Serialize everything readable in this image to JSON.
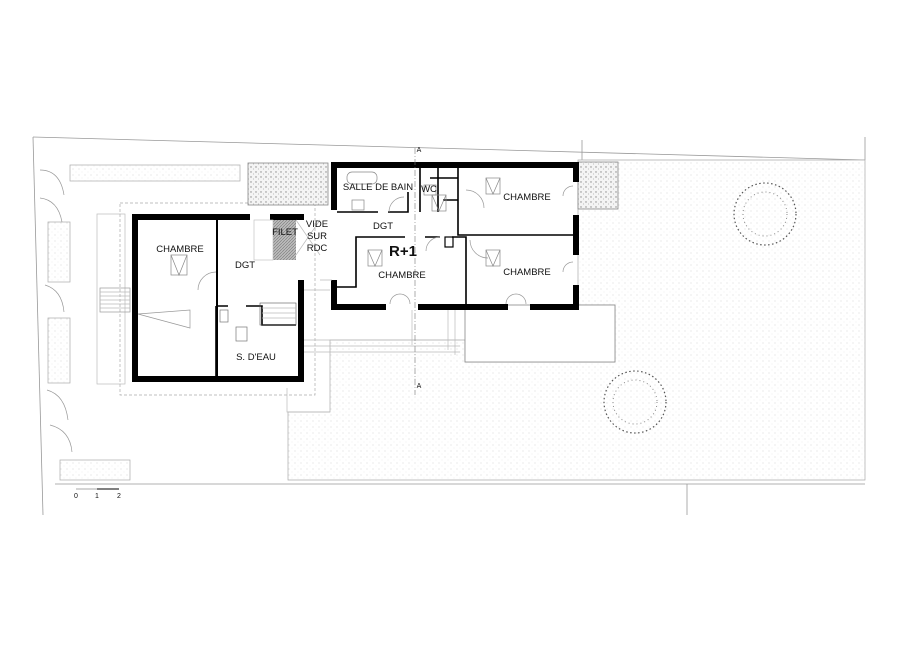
{
  "plan": {
    "level_label": "R+1",
    "section_marker": "A",
    "rooms": {
      "chambre_left": "CHAMBRE",
      "dgt_left": "DGT",
      "filet": "FILET",
      "vide_line1": "VIDE",
      "vide_line2": "SUR",
      "vide_line3": "RDC",
      "s_deau": "S. D'EAU",
      "salle_de_bain": "SALLE DE BAIN",
      "wc": "WC",
      "chambre_top_right": "CHAMBRE",
      "dgt_right": "DGT",
      "chambre_center": "CHAMBRE",
      "chambre_bottom_right": "CHAMBRE"
    },
    "scale": {
      "t0": "0",
      "t1": "1",
      "t2": "2"
    }
  }
}
